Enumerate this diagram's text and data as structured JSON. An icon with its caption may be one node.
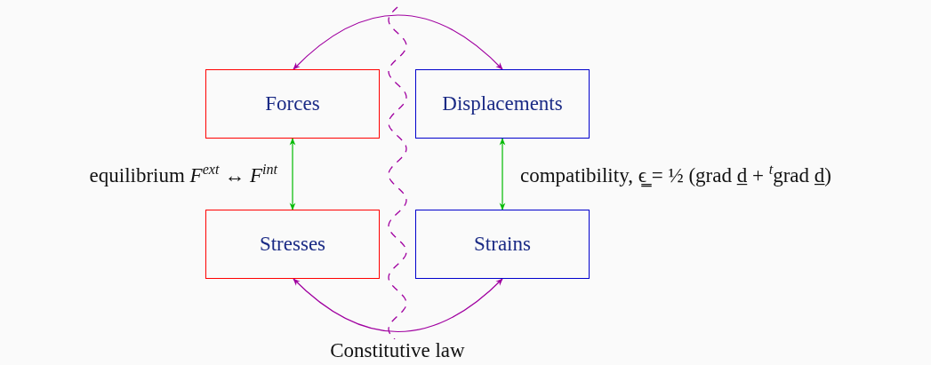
{
  "diagram": {
    "nodes": [
      {
        "text": [
          "Forces"
        ]
      },
      {
        "text": [
          "Displacements"
        ]
      },
      {
        "text": [
          "Stresses"
        ]
      },
      {
        "text": [
          "Strains"
        ]
      }
    ],
    "edges": [
      {
        "from": 0,
        "to": 1,
        "arrow": "both",
        "color": "#a000a0"
      },
      {
        "from": 0,
        "to": 2,
        "arrow": "both",
        "color": "#00bb00",
        "label": "equilibrium *F*$^{ext}$ ↔ *F*$^{int}$"
      },
      {
        "from": 1,
        "to": 3,
        "arrow": "both",
        "color": "#00bb00",
        "label": "compatibility, ϵ̳ = ½ (grad d̲ + $^{t}$grad d̲)"
      },
      {
        "from": 2,
        "to": 3,
        "arrow": "both",
        "color": "#a000a0",
        "label": "Constitutive law"
      }
    ]
  }
}
